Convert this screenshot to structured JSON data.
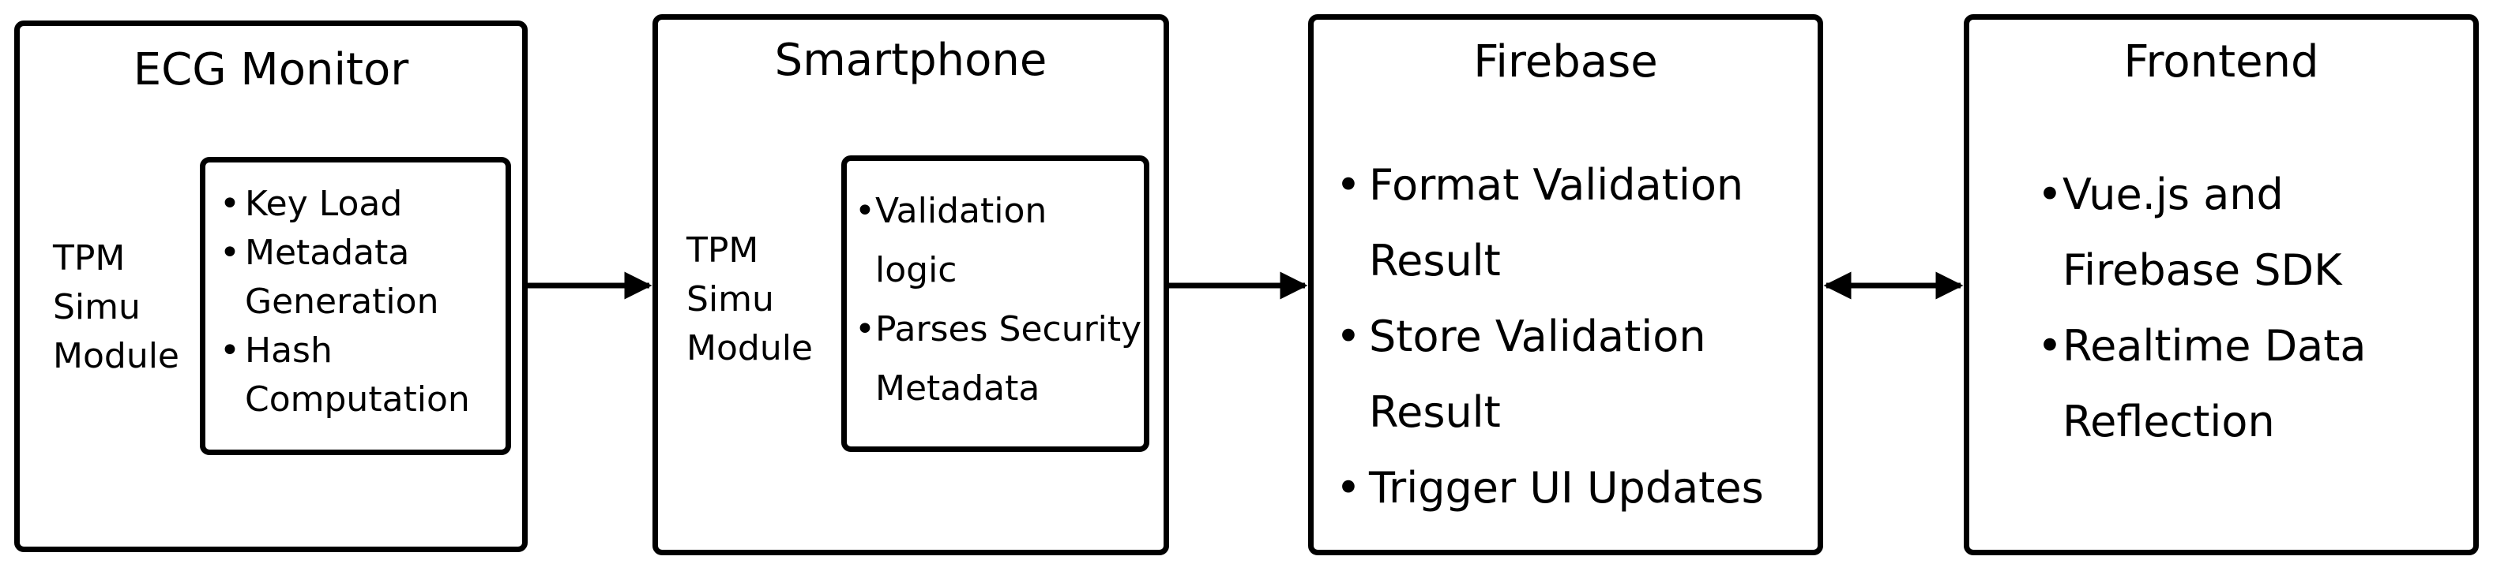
{
  "blocks": {
    "ecg": {
      "title": "ECG Monitor",
      "side_label": [
        "TPM",
        "Simu",
        "Module"
      ],
      "items": [
        [
          "Key Load"
        ],
        [
          "Metadata",
          "Generation"
        ],
        [
          "Hash",
          "Computation"
        ]
      ]
    },
    "smartphone": {
      "title": "Smartphone",
      "side_label": [
        "TPM",
        "Simu",
        "Module"
      ],
      "items": [
        [
          "Validation",
          "logic"
        ],
        [
          "Parses Security",
          "Metadata"
        ]
      ]
    },
    "firebase": {
      "title": "Firebase",
      "items": [
        [
          "Format Validation",
          "Result"
        ],
        [
          "Store Validation",
          "Result"
        ],
        [
          "Trigger UI Updates"
        ]
      ]
    },
    "frontend": {
      "title": "Frontend",
      "items": [
        [
          "Vue.js and",
          "Firebase SDK"
        ],
        [
          "Realtime Data",
          "Reflection"
        ]
      ]
    }
  },
  "bullet_glyph": "•"
}
